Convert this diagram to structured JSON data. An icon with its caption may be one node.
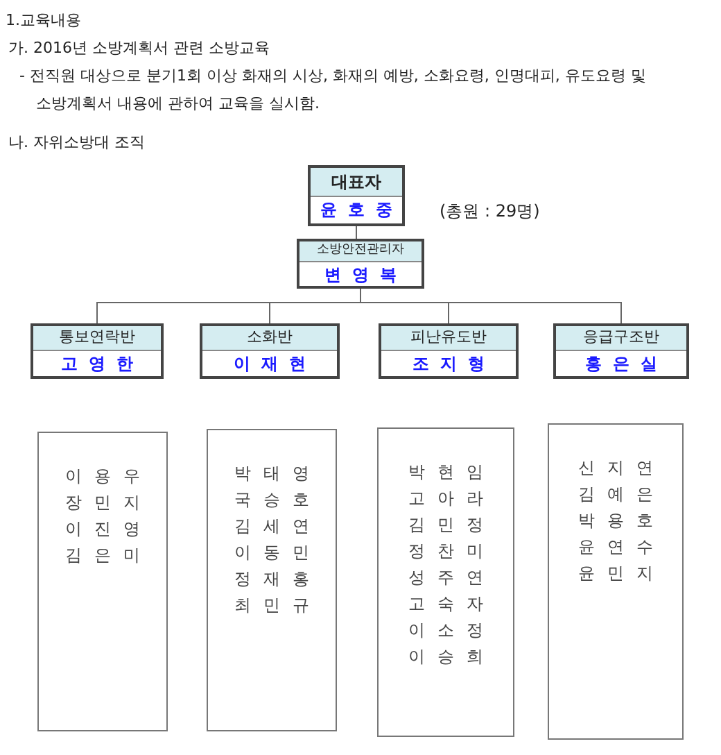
{
  "diagram": {
    "nodes": [
      {
        "text": [
          "대표자",
          "윤 호 중"
        ],
        "beside": [
          "(총원 : 29명)"
        ]
      },
      {
        "text": [
          "소방안전관리자",
          "변 영 복"
        ]
      },
      {
        "text": [
          "통보연락반",
          "고 영 한"
        ]
      },
      {
        "text": [
          "소화반",
          "이 재 현"
        ]
      },
      {
        "text": [
          "피난유도반",
          "조 지 형"
        ]
      },
      {
        "text": [
          "응급구조반",
          "홍 은 실"
        ]
      },
      {
        "text": [
          "이 용 우",
          "장 민 지",
          "이 진 영",
          "김 은 미"
        ]
      },
      {
        "text": [
          "박 태 영",
          "국 승 호",
          "김 세 연",
          "이 동 민",
          "정 재 홍",
          "최 민 규"
        ]
      },
      {
        "text": [
          "박 현 임",
          "고 아 라",
          "김 민 정",
          "정 찬 미",
          "성 주 연",
          "고 숙 자",
          "이 소 정",
          "이 승 희"
        ]
      },
      {
        "text": [
          "신 지 연",
          "김 예 은",
          "박 용 호",
          "윤 연 수",
          "윤 민 지"
        ]
      }
    ],
    "edges": [
      {
        "from": 0,
        "to": 1,
        "arrow": "none"
      },
      {
        "from": 1,
        "to": 2,
        "arrow": "none"
      },
      {
        "from": 1,
        "to": 3,
        "arrow": "none"
      },
      {
        "from": 1,
        "to": 4,
        "arrow": "none"
      },
      {
        "from": 1,
        "to": 5,
        "arrow": "none"
      }
    ],
    "labels": [
      "1.교육내용",
      "가. 2016년 소방계획서 관련 소방교육",
      "- 전직원 대상으로 분기1회 이상 화재의 시상, 화재의 예방, 소화요령, 인명대피, 유도요령 및 소방계획서 내용에 관하여 교육을 실시함.",
      "나. 자위소방대 조직"
    ]
  }
}
